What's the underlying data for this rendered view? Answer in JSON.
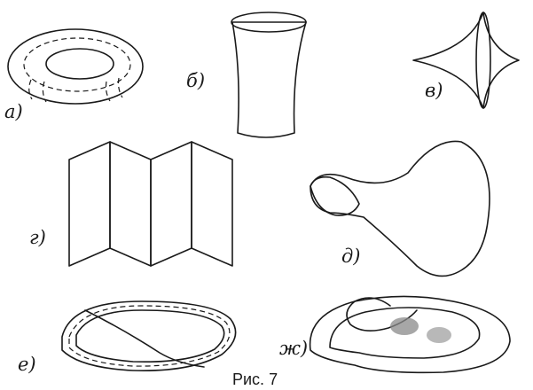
{
  "labels": {
    "a": "а)",
    "b": "б)",
    "v": "в)",
    "g": "г)",
    "d": "д)",
    "e": "е)",
    "zh": "ж)"
  },
  "caption": "Рис. 7",
  "colors": {
    "ink": "#1a1a1a",
    "shade_light": "#e6e6e6",
    "shade_mid": "#b9b9b9",
    "shade_dark": "#7d7d7d"
  }
}
